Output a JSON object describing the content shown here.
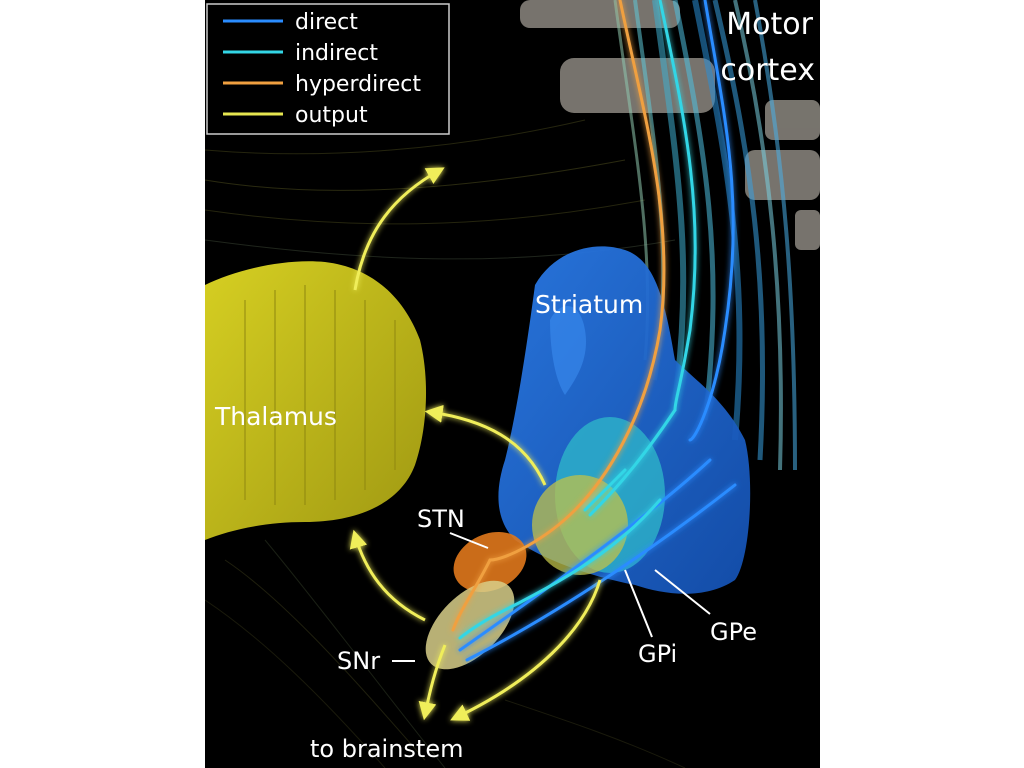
{
  "legend": {
    "items": [
      {
        "label": "direct",
        "color": "#2a8cff"
      },
      {
        "label": "indirect",
        "color": "#33d6e6"
      },
      {
        "label": "hyperdirect",
        "color": "#f0a040"
      },
      {
        "label": "output",
        "color": "#e6e650"
      }
    ]
  },
  "labels": {
    "motor_cortex_line1": "Motor",
    "motor_cortex_line2": "cortex",
    "striatum": "Striatum",
    "thalamus": "Thalamus",
    "stn": "STN",
    "snr": "SNr",
    "gpi": "GPi",
    "gpe": "GPe",
    "to_brainstem": "to brainstem"
  },
  "colors": {
    "background": "#000000",
    "thalamus": "#c9c21a",
    "striatum": "#1d66d6",
    "gpe": "#2fb9c9",
    "gpi": "#bfc24a",
    "stn": "#e0781c",
    "snr": "#d8cf8a",
    "cortex": "#8c8880"
  }
}
